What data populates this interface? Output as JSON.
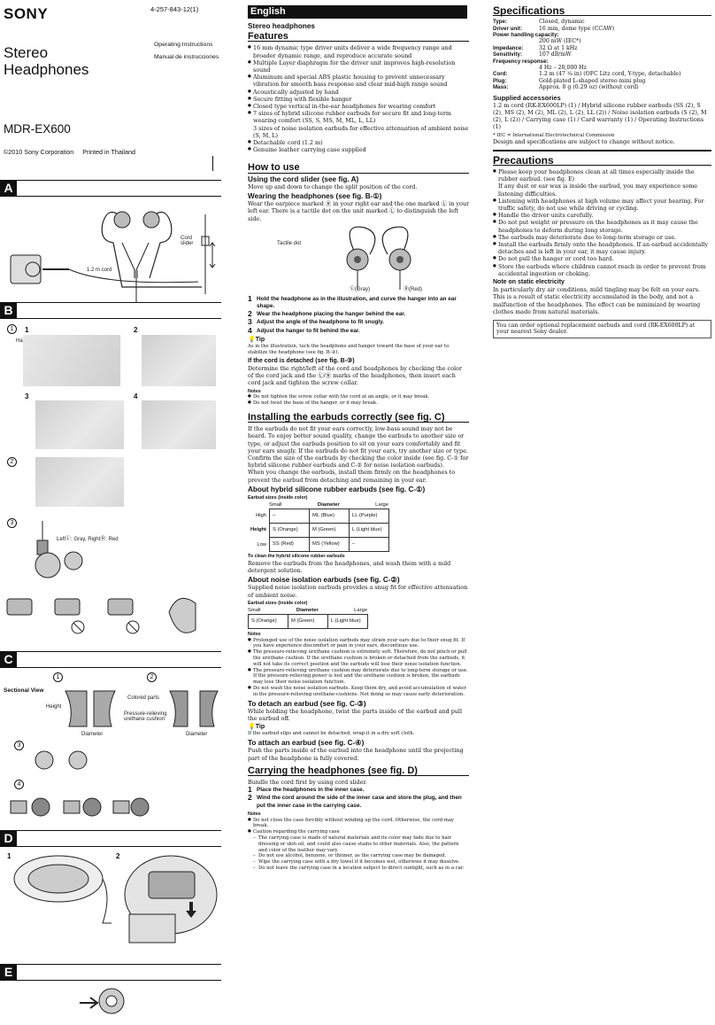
{
  "header": {
    "brand": "SONY",
    "part_number": "4-257-843-12(1)",
    "title_line1": "Stereo",
    "title_line2": "Headphones",
    "ops_en": "Operating Instructions",
    "ops_es": "Manual de instrucciones",
    "model": "MDR-EX600",
    "copyright": "©2010  Sony Corporation",
    "printed": "Printed in Thailand"
  },
  "figures": {
    "A": {
      "tag": "A",
      "cord_slider": "Cord\nslider",
      "cord_length": "1.2 m cord"
    },
    "B": {
      "tag": "B",
      "circ1": "1",
      "circ2": "2",
      "circ3": "3",
      "n1": "1",
      "n2": "2",
      "n3": "3",
      "n4": "4",
      "hanger": "Hanger",
      "lr": "LeftⓁ: Gray, RightⓇ: Red"
    },
    "C": {
      "tag": "C",
      "circ1": "1",
      "circ2": "2",
      "circ3": "3",
      "circ4": "4",
      "sectional": "Sectional View",
      "height": "Height",
      "diameter": "Diameter",
      "colored": "Colored parts",
      "pressure": "Pressure-relieving\nurethane cushion"
    },
    "D": {
      "tag": "D",
      "n1": "1",
      "n2": "2"
    },
    "E": {
      "tag": "E"
    }
  },
  "english": {
    "lang": "English",
    "subtitle": "Stereo headphones",
    "features_title": "Features",
    "features": [
      "16 mm dynamic type driver units deliver a wide frequency range and broader dynamic range, and reproduce accurate sound",
      "Multiple Layer diaphragm for the driver unit improves high-resolution sound",
      "Aluminum and special ABS plastic housing to prevent unnecessary vibration for smooth bass response and clear mid-high range sound",
      "Acoustically adjusted by hand",
      "Secure fitting with flexible hanger",
      "Closed type vertical in-the-ear headphones for wearing comfort",
      "7 sizes of hybrid silicone rubber earbuds for secure fit and long-term wearing comfort (SS, S, MS, M, ML, L, LL)\n3 sizes of noise isolation earbuds for effective attenuation of ambient noise (S, M, L)",
      "Detachable cord (1.2 m)",
      "Genuine leather carrying case supplied"
    ],
    "howto_title": "How to use",
    "cord_slider_title": "Using the cord slider (see fig. A)",
    "cord_slider_text": "Move up and down to change the split position of the cord.",
    "wearing_title": "Wearing the headphones (see fig. B-①)",
    "wearing_text": "Wear the earpiece marked Ⓡ in your right ear and the one marked Ⓛ in your left ear. There is a tactile dot on the unit marked Ⓛ to distinguish the left side.",
    "fig_tactile": "Tactile dot",
    "fig_gray": "Ⓛ(Gray)",
    "fig_red": "Ⓡ(Red)",
    "steps": [
      "Hold the headphone as in the illustration, and curve the hanger into an ear shape.",
      "Wear the headphone placing the hanger behind the ear.",
      "Adjust the angle of the headphone to fit snugly.",
      "Adjust the hanger to fit behind the ear."
    ],
    "tip_label": "Tip",
    "tip1": "As in the illustration, tuck the headphone and hanger toward the base of your ear to stabilize the headphone (see fig. B-②).",
    "detached_title": "If the cord is detached (see fig. B-③)",
    "detached_text": "Determine the right/left of the cord and headphones by checking the color of the cord jack and the Ⓛ/Ⓡ marks of the headphones, then insert each cord jack and tighten the screw collar.",
    "notes_label": "Notes",
    "detached_notes": [
      "Do not tighten the screw collar with the cord at an angle, or it may break.",
      "Do not twist the base of the hanger, or it may break."
    ],
    "install_title": "Installing the earbuds correctly (see fig. C)",
    "install_text": "If the earbuds do not fit your ears correctly, low-bass sound may not be heard. To enjoy better sound quality, change the earbuds to another size or type, or adjust the earbuds position to sit on your ears comfortably and fit your ears snugly. If the earbuds do not fit your ears, try another size or type. Confirm the size of the earbuds by checking the color inside (see fig. C-① for hybrid silicone rubber earbuds and C-② for noise isolation earbuds).\nWhen you change the earbuds, install them firmly on the headphones to prevent the earbud from detaching and remaining in your ear.",
    "hybrid_title": "About hybrid silicone rubber earbuds (see fig. C-①)",
    "sizes_label": "Earbud sizes (inside color)",
    "small": "Small",
    "diameter": "Diameter",
    "large": "Large",
    "high": "High",
    "height": "Height",
    "low": "Low",
    "hybrid_table": [
      [
        "–",
        "ML (Blue)",
        "LL (Purple)"
      ],
      [
        "S (Orange)",
        "M (Green)",
        "L (Light blue)"
      ],
      [
        "SS (Red)",
        "MS (Yellow)",
        "–"
      ]
    ],
    "clean_title": "To clean the hybrid silicone rubber earbuds",
    "clean_text": "Remove the earbuds from the headphones, and wash them with a mild detergent solution.",
    "noise_title": "About noise isolation earbuds (see fig. C-②)",
    "noise_text": "Supplied noise isolation earbuds provides a snug fit for effective attenuation of ambient noise.",
    "noise_table": [
      "S (Orange)",
      "M (Green)",
      "L (Light blue)"
    ],
    "noise_notes": [
      "Prolonged use of the noise isolation earbuds may strain your ears due to their snug fit. If you have experience discomfort or pain in your ears, discontinue use.",
      "The pressure-relieving urethane cushion is extremely soft. Therefore, do not pinch or pull the urethane cushion. If the urethane cushion is broken or detached from the earbuds, it will not take its correct position and the earbuds will lose their noise isolation function.",
      "The pressure-relieving urethane cushion may deteriorate due to long-term storage or use. If the pressure-relieving power is lost and the urethane cushion is broken, the earbuds may lose their noise isolation function.",
      "Do not wash the noise isolation earbuds. Keep them dry, and avoid accumulation of water in the pressure-relieving urethane-cushions. Not doing so may cause early deterioration."
    ],
    "detach_title": "To detach an earbud (see fig. C-③)",
    "detach_text": "While holding the headphone, twist the parts inside of the earbud and pull the earbud off.",
    "tip2": "If the earbud slips and cannot be detached, wrap it in a dry soft cloth.",
    "attach_title": "To attach an earbud (see fig. C-④)",
    "attach_text": "Push the parts inside of the earbud into the headphone until the projecting part of the headphone is fully covered.",
    "carry_title": "Carrying the headphones (see fig. D)",
    "carry_text": "Bundle the cord first by using cord slider.",
    "carry_steps": [
      "Place the headphones in the inner case.",
      "Wind the cord around the side of the inner case and store the plug, and then put the inner case in the carrying case."
    ],
    "carry_notes": [
      "Do not close the case forcibly without winding up the cord. Otherwise, the cord may break.",
      "Caution regarding the carrying case"
    ],
    "carry_dashes": [
      "The carrying case is made of natural materials and its color may fade due to hair dressing or skin oil, and could also cause stains to other materials. Also, the pattern and color of the leather may vary.",
      "Do not use alcohol, benzene, or thinner, as the carrying case may be damaged.",
      "Wipe the carrying case with a dry towel if it becomes wet, otherwise it may dissolve.",
      "Do not leave the carrying case in a location subject to direct sunlight, such as in a car."
    ]
  },
  "specs": {
    "title": "Specifications",
    "rows": [
      [
        "Type:",
        "Closed, dynamic"
      ],
      [
        "Driver unit:",
        "16 mm, dome type (CCAW)"
      ],
      [
        "Power handling capacity:",
        ""
      ],
      [
        "",
        "200 mW (IEC*)"
      ],
      [
        "Impedance:",
        "32 Ω at 1 kHz"
      ],
      [
        "Sensitivity:",
        "107 dB/mW"
      ],
      [
        "Frequency response:",
        ""
      ],
      [
        "",
        "4 Hz – 28,000 Hz"
      ],
      [
        "Cord:",
        "1.2 m (47 ¹⁄₈ in) (OFC Litz cord, Y-type, detachable)"
      ],
      [
        "Plug:",
        "Gold-plated L-shaped stereo mini plug"
      ],
      [
        "Mass:",
        "Approx. 8 g (0.29 oz) (without cord)"
      ]
    ],
    "acc_title": "Supplied accessories",
    "acc_text": "1.2 m cord (RK-EX600LP) (1) / Hybrid silicone rubber earbuds (SS (2), S (2), MS (2), M (2), ML (2), L (2), LL (2)) / Noise isolation earbuds (S (2), M (2), L (2)) / Carrying case (1) / Card warranty (1) / Operating Instructions (1)",
    "iec": "* IEC = International Electrotechnical Commission",
    "design": "Design and specifications are subject to change without notice."
  },
  "precautions": {
    "title": "Precautions",
    "items": [
      "Please keep your headphones clean at all times especially inside the rubber earbud. (see fig. E)\nIf any dust or ear wax is inside the earbud, you may experience some listening difficulties.",
      "Listening with headphones at high volume may affect your hearing. For traffic safety, do not use while driving or cycling.",
      "Handle the driver units carefully.",
      "Do not put weight or pressure on the headphones as it may cause the headphones to deform during long storage.",
      "The earbuds may deteriorate due to long-term storage or use.",
      "Install the earbuds firmly onto the headphones. If an earbud accidentally detaches and is left in your ear, it may cause injury.",
      "Do not pull the hanger or cord too hard.",
      "Store the earbuds where children cannot reach in order to prevent from accidental ingestion or choking."
    ],
    "static_title": "Note on static electricity",
    "static_text": "In particularly dry air conditions, mild tingling may be felt on your ears. This is a result of static electricity accumulated in the body, and not a malfunction of the headphones. The effect can be minimized by wearing clothes made from natural materials.",
    "order": "You can order optional replacement earbuds and cord (RK-EX600LP) at your nearest Sony dealer."
  }
}
